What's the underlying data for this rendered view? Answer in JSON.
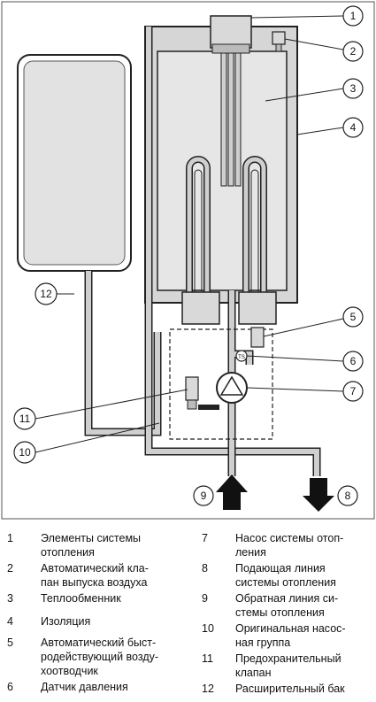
{
  "diagram": {
    "callouts": [
      "1",
      "2",
      "3",
      "4",
      "5",
      "6",
      "7",
      "8",
      "9",
      "10",
      "11",
      "12"
    ],
    "sensor_label": "TS"
  },
  "legend": {
    "left": [
      {
        "num": "1",
        "text": "Элементы системы\nотопления"
      },
      {
        "num": "2",
        "text": "Автоматический кла-\nпан выпуска воздуха"
      },
      {
        "num": "3",
        "text": "Теплообменник"
      },
      {
        "num": "4",
        "text": "Изоляция"
      },
      {
        "num": "5",
        "text": "Автоматический быст-\nродействующий возду-\nхоотводчик"
      },
      {
        "num": "6",
        "text": "Датчик давления"
      }
    ],
    "right": [
      {
        "num": "7",
        "text": "Насос системы отоп-\nления"
      },
      {
        "num": "8",
        "text": "Подающая линия\nсистемы отопления"
      },
      {
        "num": "9",
        "text": "Обратная линия си-\nстемы отопления"
      },
      {
        "num": "10",
        "text": "Оригинальная насос-\nная группа"
      },
      {
        "num": "11",
        "text": "Предохранительный\nклапан"
      },
      {
        "num": "12",
        "text": "Расширительный бак"
      }
    ]
  }
}
